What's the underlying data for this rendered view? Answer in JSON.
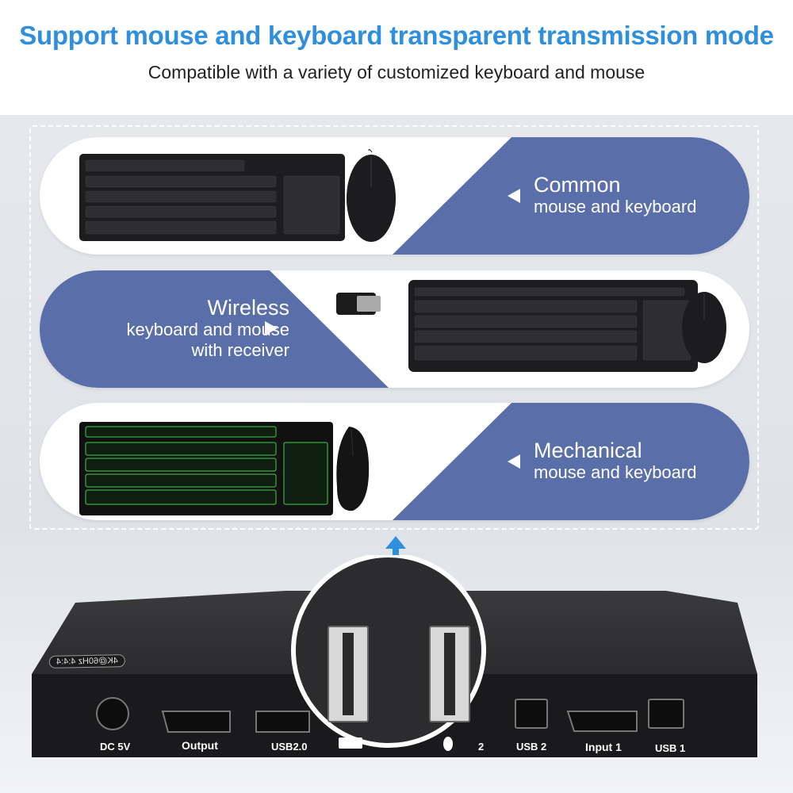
{
  "header": {
    "title": "Support mouse and keyboard transparent transmission mode",
    "subtitle": "Compatible with a variety of customized keyboard and mouse"
  },
  "rows": [
    {
      "line1": "Common",
      "line2": "mouse and keyboard",
      "line3": ""
    },
    {
      "line1": "Wireless",
      "line2": "keyboard and mouse",
      "line3": "with receiver"
    },
    {
      "line1": "Mechanical",
      "line2": "mouse and keyboard",
      "line3": ""
    }
  ],
  "device": {
    "model_label": "4K@60Hz 4:4:4",
    "ports": [
      "DC 5V",
      "Output",
      "USB2.0",
      "2",
      "USB 2",
      "Input 1",
      "USB 1"
    ]
  },
  "colors": {
    "title": "#2f8fdc",
    "panel": "#5a6faa",
    "pill": "#ffffff",
    "device": "#2b2b2d"
  }
}
